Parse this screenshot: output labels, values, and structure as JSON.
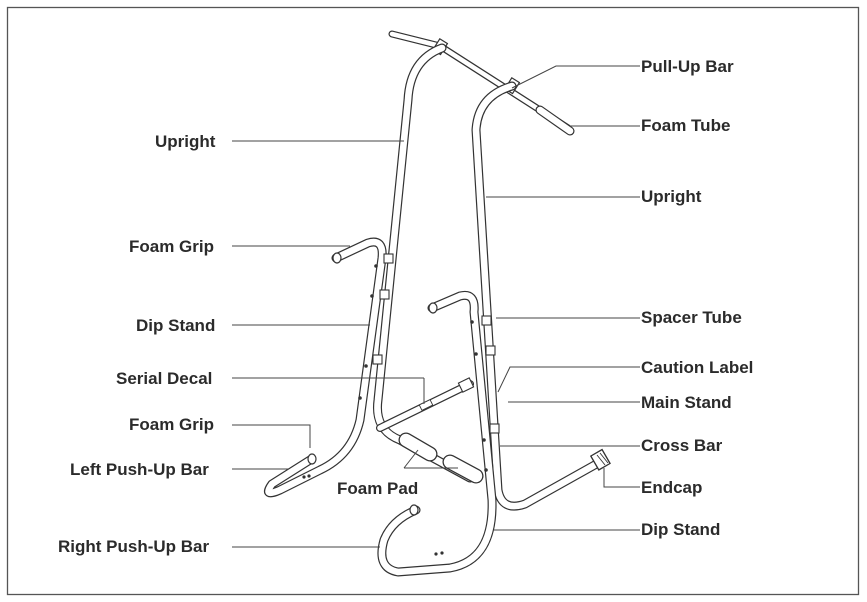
{
  "labels": {
    "upright_left": "Upright",
    "foam_grip_upper": "Foam Grip",
    "dip_stand_left": "Dip Stand",
    "serial_decal": "Serial Decal",
    "foam_grip_lower": "Foam Grip",
    "left_push_up_bar": "Left Push-Up Bar",
    "foam_pad": "Foam Pad",
    "right_push_up_bar": "Right Push-Up Bar",
    "pull_up_bar": "Pull-Up Bar",
    "foam_tube": "Foam Tube",
    "upright_right": "Upright",
    "spacer_tube": "Spacer Tube",
    "caution_label": "Caution Label",
    "main_stand": "Main Stand",
    "cross_bar": "Cross Bar",
    "endcap": "Endcap",
    "dip_stand_right": "Dip Stand"
  },
  "colors": {
    "line": "#333333",
    "text": "#2b2b2b",
    "frame": "#555555",
    "background": "#ffffff"
  }
}
